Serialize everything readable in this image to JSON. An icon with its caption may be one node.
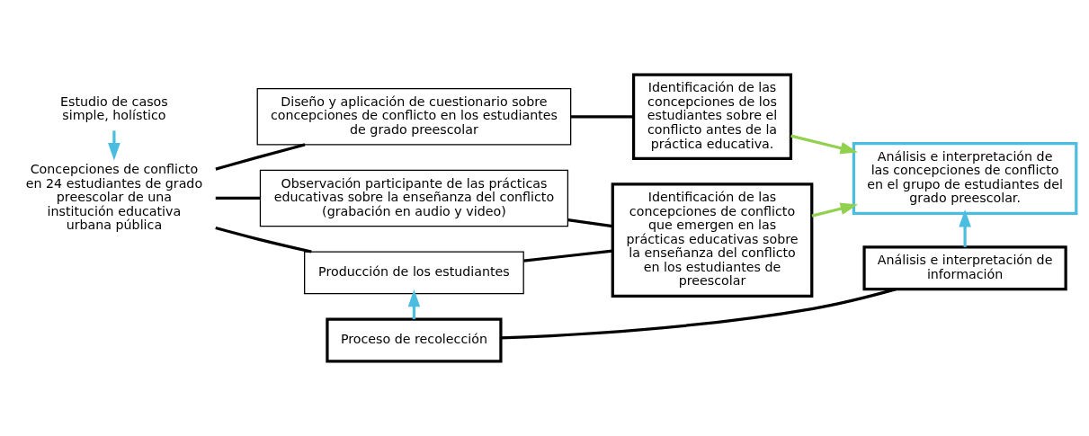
{
  "diagram": {
    "nodes": [
      {
        "text": [
          "Estudio de casos simple, holístico"
        ]
      },
      {
        "text": [
          "Concepciones de conflicto en 24 estudiantes de grado preescolar de una institución educativa urbana pública"
        ]
      },
      {
        "text": [
          "Diseño y aplicación de cuestionario sobre concepciones de conflicto en los estudiantes de grado preescolar"
        ]
      },
      {
        "text": [
          "Observación participante de las prácticas educativas sobre la enseñanza del conflicto (grabación en audio y video)"
        ]
      },
      {
        "text": [
          "Producción de los estudiantes"
        ]
      },
      {
        "text": [
          "Identificación de las concepciones de los estudiantes sobre el conflicto antes de la práctica educativa."
        ]
      },
      {
        "text": [
          "Identificación de las concepciones de conflicto que emergen en las prácticas educativas sobre la enseñanza del conflicto en los estudiantes de preescolar"
        ]
      },
      {
        "text": [
          "Análisis e interpretación de las concepciones de conflicto en el grupo de estudiantes del grado preescolar."
        ]
      },
      {
        "text": [
          "Proceso de recolección"
        ]
      },
      {
        "text": [
          "Análisis e interpretación de información"
        ]
      }
    ],
    "edges": [
      {
        "from": 0,
        "to": 1,
        "arrow": "to",
        "color": "#4bbde0"
      },
      {
        "from": 1,
        "to": 2,
        "arrow": "none"
      },
      {
        "from": 1,
        "to": 3,
        "arrow": "none"
      },
      {
        "from": 1,
        "to": 4,
        "arrow": "none"
      },
      {
        "from": 2,
        "to": 5,
        "arrow": "none"
      },
      {
        "from": 3,
        "to": 6,
        "arrow": "none"
      },
      {
        "from": 4,
        "to": 6,
        "arrow": "none"
      },
      {
        "from": 5,
        "to": 7,
        "arrow": "to",
        "color": "#92d050"
      },
      {
        "from": 6,
        "to": 7,
        "arrow": "to",
        "color": "#92d050"
      },
      {
        "from": 8,
        "to": 4,
        "arrow": "to",
        "color": "#4bbde0"
      },
      {
        "from": 9,
        "to": 7,
        "arrow": "to",
        "color": "#4bbde0"
      },
      {
        "from": 8,
        "to": 9,
        "arrow": "none"
      }
    ]
  }
}
